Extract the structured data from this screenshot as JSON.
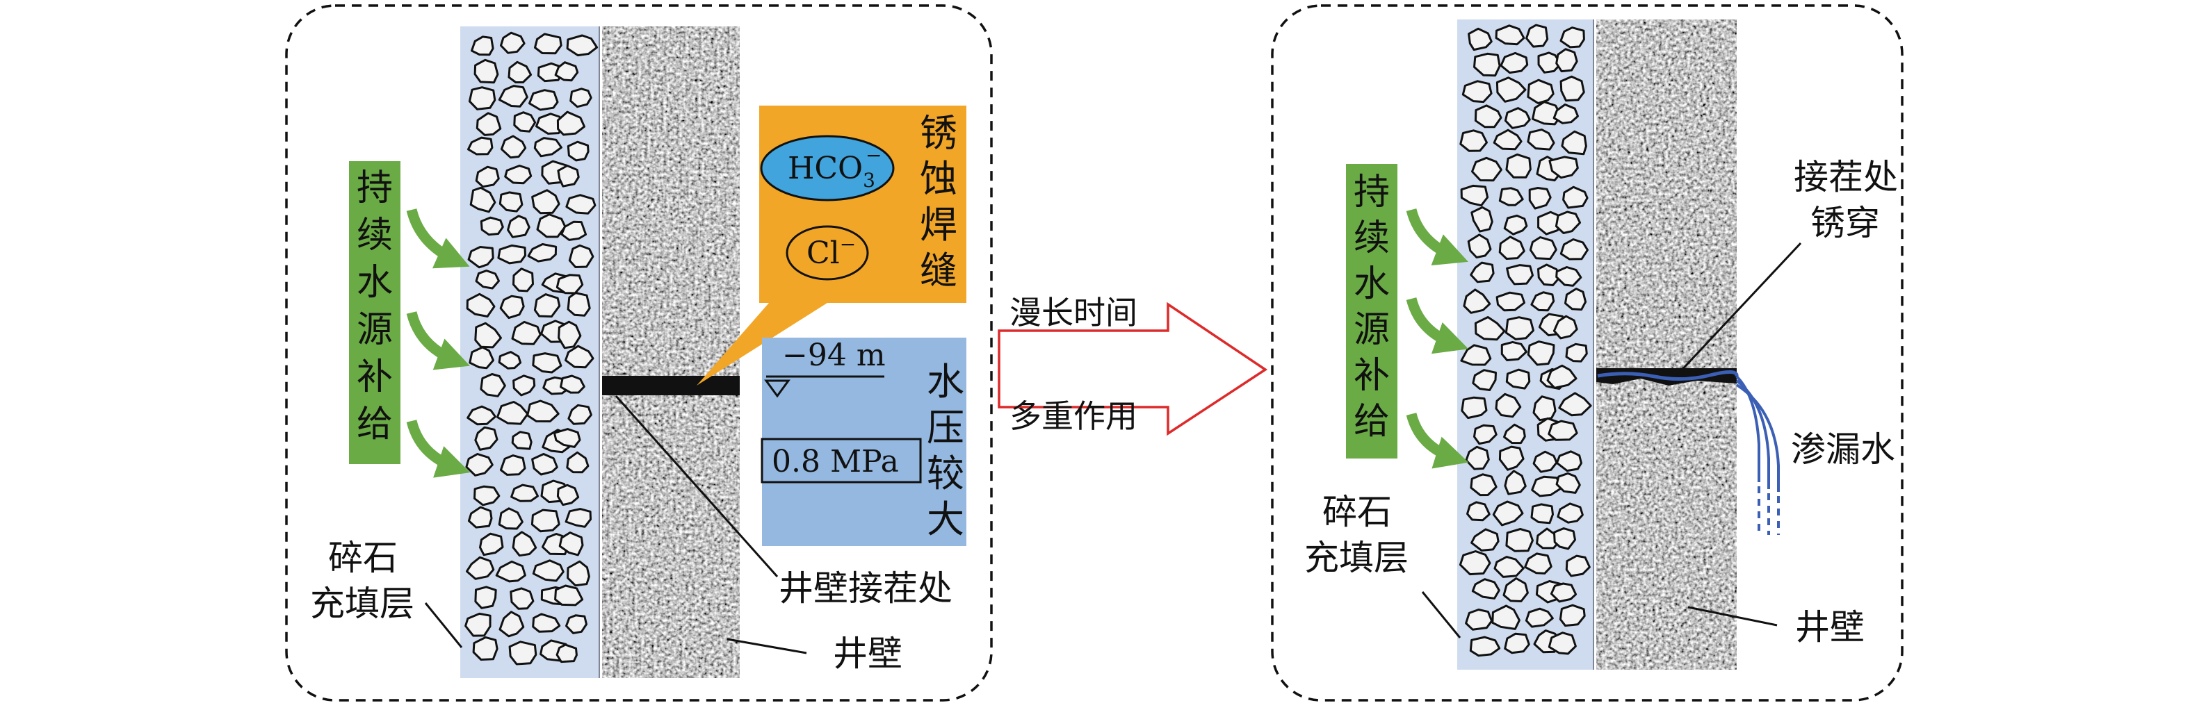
{
  "left_panel": {
    "recharge_label": [
      "持",
      "续",
      "水",
      "源",
      "补",
      "给"
    ],
    "gravel_label": [
      "碎石",
      "充填层"
    ],
    "wall_label": "井壁",
    "joint_label": "井壁接茬处",
    "corrosion_box": {
      "ion1_main": "HCO",
      "ion1_sub": "3",
      "ion1_sup": "−",
      "ion2_main": "Cl",
      "ion2_sup": "−",
      "label": [
        "锈",
        "蚀",
        "焊",
        "缝"
      ]
    },
    "pressure_box": {
      "depth": "−94 m",
      "pressure": "0.8 MPa",
      "label": [
        "水",
        "压",
        "较",
        "大"
      ]
    }
  },
  "transition_arrow": {
    "top_label": "漫长时间",
    "bottom_label": "多重作用"
  },
  "right_panel": {
    "recharge_label": [
      "持",
      "续",
      "水",
      "源",
      "补",
      "给"
    ],
    "gravel_label": [
      "碎石",
      "充填层"
    ],
    "wall_label": "井壁",
    "corrosion_label": [
      "接茬处",
      "锈穿"
    ],
    "leak_label": "渗漏水"
  },
  "colors": {
    "recharge_green": "#6aab46",
    "gravel_bg": "#cfdcef",
    "corrosion_orange": "#f2a627",
    "ion_blue": "#41a4dc",
    "pressure_blue": "#94b8e0",
    "arrow_red": "#dd2a2a",
    "leak_blue": "#3b5fb5"
  }
}
